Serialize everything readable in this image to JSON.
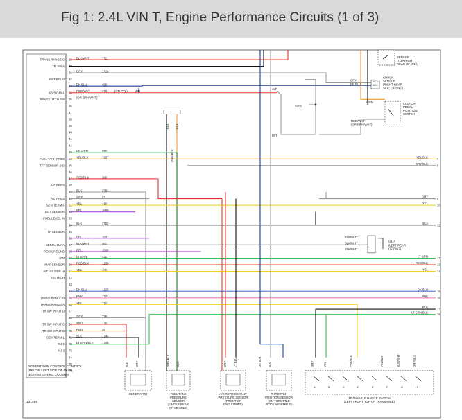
{
  "header": {
    "title": "Fig 1: 2.4L VIN T, Engine Performance Circuits (1 of 3)"
  },
  "pcm": {
    "label_lines": [
      "POWERTRAIN CONTROL CONTROL",
      "(BELOW LEFT SIDE OF DASH,",
      "NEAR STEERING COLUMN)"
    ],
    "pins": [
      "TRANS RANGE C",
      "TR SW A",
      "",
      "KS REF LO",
      "",
      "KS SIGNAL",
      "BRK/CLUTCH SW",
      "",
      "",
      "",
      "",
      "",
      "",
      "",
      "",
      "FUEL TANK PRES",
      "TFT SENSOR SIG",
      "",
      "",
      "A/C PRES",
      "",
      "A/C PRES",
      "GEN TERM F",
      "ECT SENSOR",
      "FUEL LEVEL IN",
      "",
      "TP SENSOR",
      "",
      "SERIAL DATA",
      "PCM GROUND",
      "IGN",
      "MAP SENSOR",
      "A/T ISS GEN HI",
      "VSS HIGH",
      "",
      "",
      "TRANS RANGE B",
      "TRANS RANGE A",
      "TR SW INPUT D",
      "",
      "TR SW INPUT C",
      "TR SW INPUT B",
      "GEN TERM L",
      "INJ 1",
      "INJ 2",
      "",
      "",
      ""
    ],
    "nums": [
      "29",
      "30",
      "31",
      "32",
      "33",
      "34",
      "35",
      "36",
      "37",
      "38",
      "39",
      "40",
      "41",
      "42",
      "43",
      "44",
      "45",
      "46",
      "47",
      "48",
      "49",
      "50",
      "51",
      "52",
      "53",
      "54",
      "55",
      "56",
      "57",
      "58",
      "59",
      "60",
      "61",
      "62",
      "63",
      "64",
      "65",
      "66",
      "67",
      "68",
      "69",
      "70",
      "71",
      "72",
      "73",
      "74",
      "75",
      "76"
    ],
    "wires": [
      {
        "color": "BLK/WHT",
        "circuit": "771"
      },
      {
        "color": "",
        "circuit": ""
      },
      {
        "color": "GRY",
        "circuit": "1716"
      },
      {
        "color": "",
        "circuit": ""
      },
      {
        "color": "DK BLU",
        "circuit": "496"
      },
      {
        "color": "RED/WHT",
        "circuit": "379"
      },
      {
        "color": "(OR BRN/WHT)",
        "circuit": ""
      },
      {
        "color": "",
        "circuit": ""
      },
      {
        "color": "",
        "circuit": ""
      },
      {
        "color": "",
        "circuit": ""
      },
      {
        "color": "",
        "circuit": ""
      },
      {
        "color": "",
        "circuit": ""
      },
      {
        "color": "",
        "circuit": ""
      },
      {
        "color": "",
        "circuit": ""
      },
      {
        "color": "DK GRN",
        "circuit": "890"
      },
      {
        "color": "YEL/BLK",
        "circuit": "1227"
      },
      {
        "color": "",
        "circuit": ""
      },
      {
        "color": "",
        "circuit": ""
      },
      {
        "color": "RED/BLK",
        "circuit": "380"
      },
      {
        "color": "",
        "circuit": ""
      },
      {
        "color": "BLK",
        "circuit": "2751"
      },
      {
        "color": "GRY",
        "circuit": "23"
      },
      {
        "color": "YEL",
        "circuit": "410"
      },
      {
        "color": "PPL",
        "circuit": "1589"
      },
      {
        "color": "",
        "circuit": ""
      },
      {
        "color": "BLK",
        "circuit": "2752"
      },
      {
        "color": "",
        "circuit": ""
      },
      {
        "color": "PPL",
        "circuit": "1807"
      },
      {
        "color": "BLK/WHT",
        "circuit": "451"
      },
      {
        "color": "PPL",
        "circuit": "1500"
      },
      {
        "color": "LT GRN",
        "circuit": "432"
      },
      {
        "color": "RED/BLK",
        "circuit": "1230"
      },
      {
        "color": "YEL",
        "circuit": "400"
      },
      {
        "color": "",
        "circuit": ""
      },
      {
        "color": "",
        "circuit": ""
      },
      {
        "color": "DK BLU",
        "circuit": "1225"
      },
      {
        "color": "PNK",
        "circuit": "1224"
      },
      {
        "color": "YEL",
        "circuit": "772"
      },
      {
        "color": "",
        "circuit": ""
      },
      {
        "color": "GRY",
        "circuit": "776"
      },
      {
        "color": "WHT",
        "circuit": "775"
      },
      {
        "color": "RED",
        "circuit": "25"
      },
      {
        "color": "BLK",
        "circuit": "1744"
      },
      {
        "color": "LT GRN/BLK",
        "circuit": "1745"
      },
      {
        "color": "",
        "circuit": ""
      },
      {
        "color": "",
        "circuit": ""
      },
      {
        "color": "",
        "circuit": ""
      }
    ],
    "inline_note": "(OR PPL)",
    "inline_circuit": "433"
  },
  "labels": {
    "at": "A/T",
    "mt": "M/T",
    "splice": "S201",
    "g114": "G114",
    "g114_sub": [
      "(LEFT REAR",
      "OF ENG)"
    ],
    "vertical_blk_a": "BLK",
    "vertical_blk_b": "BLK",
    "vertical_orn": "ORN/BLK",
    "diagram_id": "131469",
    "knock_sensor": [
      "KNOCK",
      "SENSOR",
      "(RIGHT REAR",
      "SIDE OF ENG)"
    ],
    "top_sensor": [
      "SENSOR",
      "(TOP RIGHT",
      "REAR OF ENG)"
    ],
    "clutch_switch": [
      "CLUTCH",
      "PEDAL",
      "POSITION",
      "SWITCH"
    ],
    "knock_wires": [
      {
        "color": "GRY",
        "pin": "NC2"
      },
      {
        "color": "DK BLU",
        "pin": "NC4"
      }
    ],
    "clutch_wire_top": "GRN",
    "clutch_wire": [
      "RED/WHT",
      "(OR BRN/WHT)"
    ],
    "ground_wires": [
      "BLK/WHT",
      "BLK/WHT",
      "BLK/WHT"
    ],
    "bottom_components": [
      {
        "lines": [
          "GENERATOR"
        ]
      },
      {
        "lines": [
          "FUEL TANK",
          "PRESSURE",
          "SENSOR",
          "(UNDER REAR",
          "OF VEHICLE)"
        ]
      },
      {
        "lines": [
          "A/C REFRIGERANT",
          "PRESSURE SENSOR",
          "(FRONT OF",
          "ENG COMPT)"
        ]
      },
      {
        "lines": [
          "THROTTLE",
          "POSITION SENSOR",
          "(ON THROTTLE",
          "BODY ASSEMBLY)"
        ]
      },
      {
        "lines": [
          "TRANSAXLE RANGE SWITCH",
          "(LEFT FRONT TOP OF TRANSAXLE)"
        ]
      }
    ],
    "right_wires": [
      {
        "color": "YEL/BLK",
        "num": "7"
      },
      {
        "color": "GRY/BLK",
        "num": "8"
      },
      {
        "color": "GRY",
        "num": "9"
      },
      {
        "color": "YEL",
        "num": "10"
      },
      {
        "color": "NCA",
        "num": "11"
      },
      {
        "color": "LT GRN",
        "num": "12"
      },
      {
        "color": "RED/BLK",
        "num": "13"
      },
      {
        "color": "YEL",
        "num": "14"
      },
      {
        "color": "DK BLU",
        "num": "15"
      },
      {
        "color": "PNK",
        "num": "16"
      },
      {
        "color": "BLK",
        "num": "17"
      },
      {
        "color": "LT GRN/BLK",
        "num": "18"
      }
    ],
    "connector_pins": [
      "A",
      "B",
      "C",
      "D",
      "E",
      "F",
      "G",
      "H"
    ],
    "vertical_tags": [
      "BLK",
      "GRY",
      "ORN/BLK",
      "BLK",
      "GRY",
      "LT BLU",
      "DK BLU",
      "BLK",
      "GRY",
      "YEL",
      "PNK/BLK",
      "YEL/BLK",
      "BLK/WHT",
      "GRY/BLK"
    ]
  }
}
